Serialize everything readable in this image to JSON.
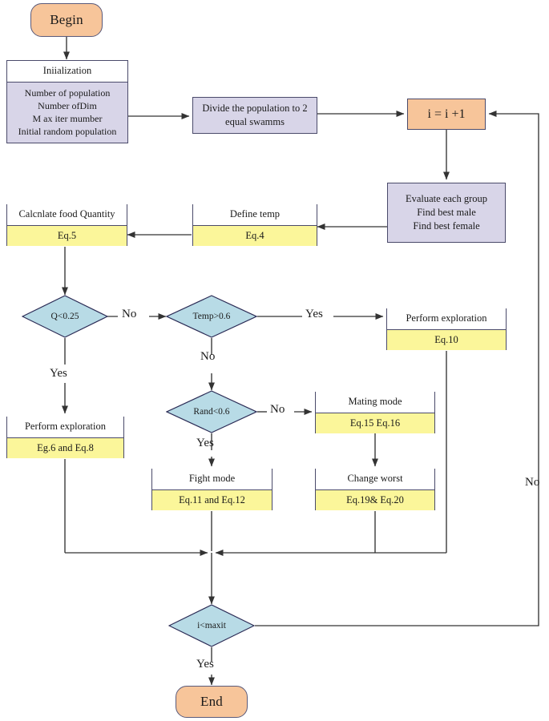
{
  "diagram": {
    "title": "Algorithm flowchart",
    "colors": {
      "terminal_fill": "#f7c59a",
      "process_fill": "#d8d5e8",
      "equation_fill": "#fbf69a",
      "decision_fill": "#b8dbe6",
      "header_fill": "#ffffff",
      "border": "#4a4a6a",
      "line": "#333333"
    },
    "nodes": {
      "begin": {
        "label": "Begin"
      },
      "initialization": {
        "header": "Iniialization",
        "body": "Number of population\nNumber ofDim\nM ax iter mumber\nInitial random population"
      },
      "divide": {
        "label": "Divide the population to 2\nequal swamms"
      },
      "increment": {
        "label": "i = i +1"
      },
      "evaluate": {
        "label": "Evaluate each group\nFind best male\nFind best female"
      },
      "define_temp": {
        "header": "Define temp",
        "body": "Eq.4"
      },
      "food_quantity": {
        "header": "Calcnlate food Quantity",
        "body": "Eq.5"
      },
      "explore_eq10": {
        "header": "Perform exploration",
        "body": "Eq.10"
      },
      "explore_eq6_eq8": {
        "header": "Perform exploration",
        "body": "Eg.6 and Eq.8"
      },
      "mating_mode": {
        "header": "Mating mode",
        "body": "Eq.15 Eq.16"
      },
      "fight_mode": {
        "header": "Fight mode",
        "body": "Eq.11 and Eq.12"
      },
      "change_worst": {
        "header": "Change worst",
        "body": "Eq.19& Eq.20"
      },
      "end": {
        "label": "End"
      }
    },
    "decisions": {
      "q_threshold": {
        "label": "Q<0.25"
      },
      "temp_threshold": {
        "label": "Temp>0.6"
      },
      "rand_threshold": {
        "label": "Rand<0.6"
      },
      "iter_check": {
        "label": "i<maxit"
      }
    },
    "edge_labels": {
      "q_no": "No",
      "q_yes": "Yes",
      "temp_yes": "Yes",
      "temp_no": "No",
      "rand_no": "No",
      "rand_yes": "Yes",
      "iter_yes": "Yes",
      "iter_no": "No"
    }
  }
}
